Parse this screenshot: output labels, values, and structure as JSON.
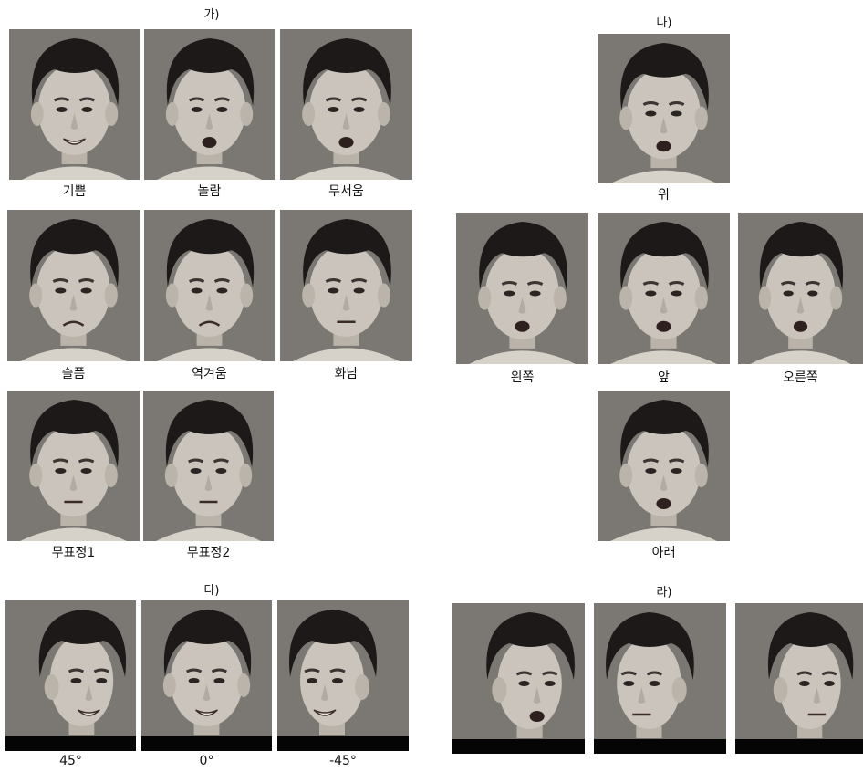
{
  "sections": {
    "ga": "가)",
    "na": "나)",
    "da": "다)",
    "ra": "라)"
  },
  "expressions": {
    "happy": "기쁨",
    "surprise": "놀람",
    "fear": "무서움",
    "sad": "슬픔",
    "disgust": "역겨움",
    "anger": "화남",
    "neutral1": "무표정1",
    "neutral2": "무표정2"
  },
  "gaze": {
    "up": "위",
    "left": "왼쪽",
    "front": "앞",
    "right": "오른쪽",
    "down": "아래"
  },
  "pose": {
    "p45": "45°",
    "p0": "0°",
    "m45": "-45°"
  },
  "colors": {
    "photo_bg": "#7d7a76",
    "hair": "#1a1716",
    "skin": "#c9c3bb"
  }
}
